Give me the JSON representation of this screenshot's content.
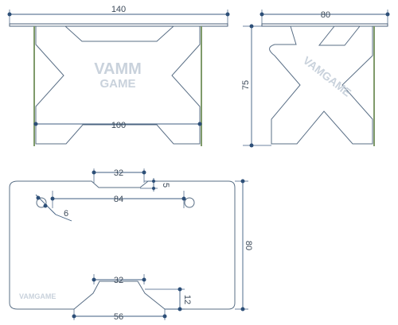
{
  "front_view": {
    "width_label": "140",
    "inner_width_label": "100",
    "logo_line1": "VAMM",
    "logo_line2": "GAME"
  },
  "side_view": {
    "depth_label": "80",
    "height_label": "75",
    "logo": "VAMGAME"
  },
  "top_view": {
    "notch_width_label": "32",
    "notch_depth_label": "5",
    "hole_spacing_label": "84",
    "hole_diameter_label": "6",
    "depth_label": "80",
    "bottom_notch_inner_label": "32",
    "bottom_notch_outer_label": "56",
    "bottom_notch_depth_label": "12",
    "logo": "VAMGAME"
  },
  "colors": {
    "outline": "#5a6f86",
    "leg": "#7f9a6a",
    "dimension": "#3f5e80",
    "logo": "#c9d2dc"
  }
}
